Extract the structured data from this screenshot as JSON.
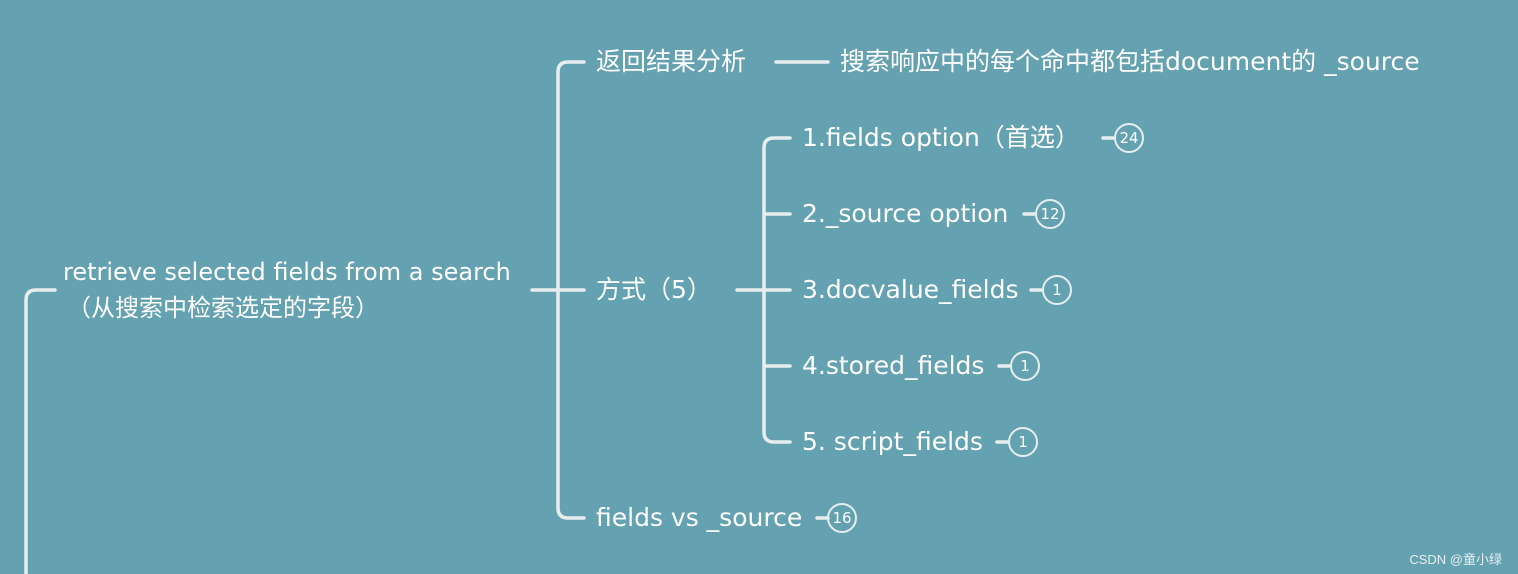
{
  "mindmap": {
    "root": {
      "line1": "retrieve selected fields from a search",
      "line2": "（从搜索中检索选定的字段）"
    },
    "branch_return": {
      "label": "返回结果分析",
      "child": "搜索响应中的每个命中都包括document的 _source"
    },
    "branch_methods": {
      "label": "方式（5）",
      "items": [
        {
          "label": "1.fields option（首选）",
          "badge": "24"
        },
        {
          "label": "2._source option",
          "badge": "12"
        },
        {
          "label": "3.docvalue_fields",
          "badge": "1"
        },
        {
          "label": "4.stored_fields",
          "badge": "1"
        },
        {
          "label": "5. script_fields",
          "badge": "1"
        }
      ]
    },
    "branch_compare": {
      "label": "fields vs _source",
      "badge": "16"
    }
  },
  "watermark": "CSDN @童小绿",
  "colors": {
    "background": "#64a1b1",
    "line": "#e8eef0",
    "text": "#ffffff"
  }
}
